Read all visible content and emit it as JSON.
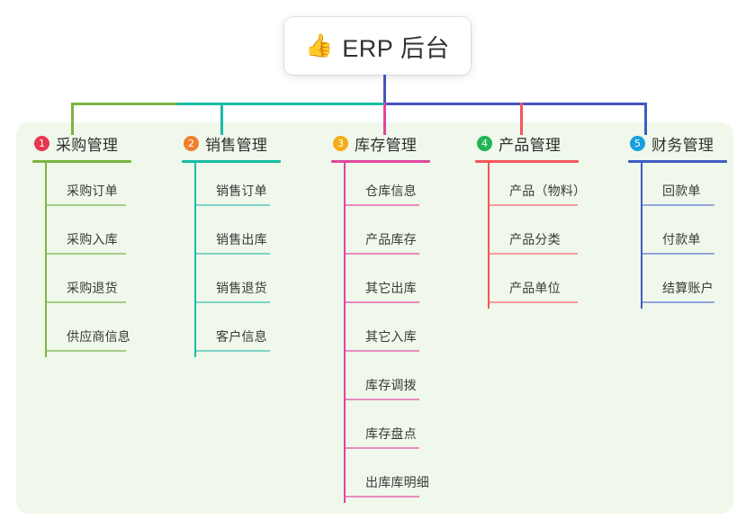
{
  "root": {
    "icon": "thumbs-up-icon",
    "icon_glyph": "👍",
    "title": "ERP 后台"
  },
  "colors": {
    "panel_background": "#eff8ea",
    "page_background": "#ffffff",
    "bus_left": "#7cb342",
    "bus_mid": "#18bda5",
    "bus_right": "#4654bf",
    "root_stem": "#4654bf"
  },
  "branches": [
    {
      "number": "1",
      "title": "采购管理",
      "badge_color": "#e8364f",
      "line_color": "#7cb342",
      "leaf_line_color": "#a6cd86",
      "drop_color": "#7cb342",
      "children": [
        {
          "label": "采购订单"
        },
        {
          "label": "采购入库"
        },
        {
          "label": "采购退货"
        },
        {
          "label": "供应商信息"
        }
      ]
    },
    {
      "number": "2",
      "title": "销售管理",
      "badge_color": "#f0802c",
      "line_color": "#18bda5",
      "leaf_line_color": "#7ed4c6",
      "drop_color": "#18bda5",
      "children": [
        {
          "label": "销售订单"
        },
        {
          "label": "销售出库"
        },
        {
          "label": "销售退货"
        },
        {
          "label": "客户信息"
        }
      ]
    },
    {
      "number": "3",
      "title": "库存管理",
      "badge_color": "#f5ae17",
      "line_color": "#e0479e",
      "leaf_line_color": "#e88cc0",
      "drop_color": "#e0479e",
      "children": [
        {
          "label": "仓库信息"
        },
        {
          "label": "产品库存"
        },
        {
          "label": "其它出库"
        },
        {
          "label": "其它入库"
        },
        {
          "label": "库存调拨"
        },
        {
          "label": "库存盘点"
        },
        {
          "label": "出库库明细"
        }
      ]
    },
    {
      "number": "4",
      "title": "产品管理",
      "badge_color": "#22b457",
      "line_color": "#f4565c",
      "leaf_line_color": "#f59a9c",
      "drop_color": "#f4565c",
      "children": [
        {
          "label": "产品（物料）"
        },
        {
          "label": "产品分类"
        },
        {
          "label": "产品单位"
        }
      ]
    },
    {
      "number": "5",
      "title": "财务管理",
      "badge_color": "#18a0dd",
      "line_color": "#3f5cc4",
      "leaf_line_color": "#93a6e0",
      "drop_color": "#3f5cc4",
      "children": [
        {
          "label": "回款单"
        },
        {
          "label": "付款单"
        },
        {
          "label": "结算账户"
        }
      ]
    }
  ]
}
